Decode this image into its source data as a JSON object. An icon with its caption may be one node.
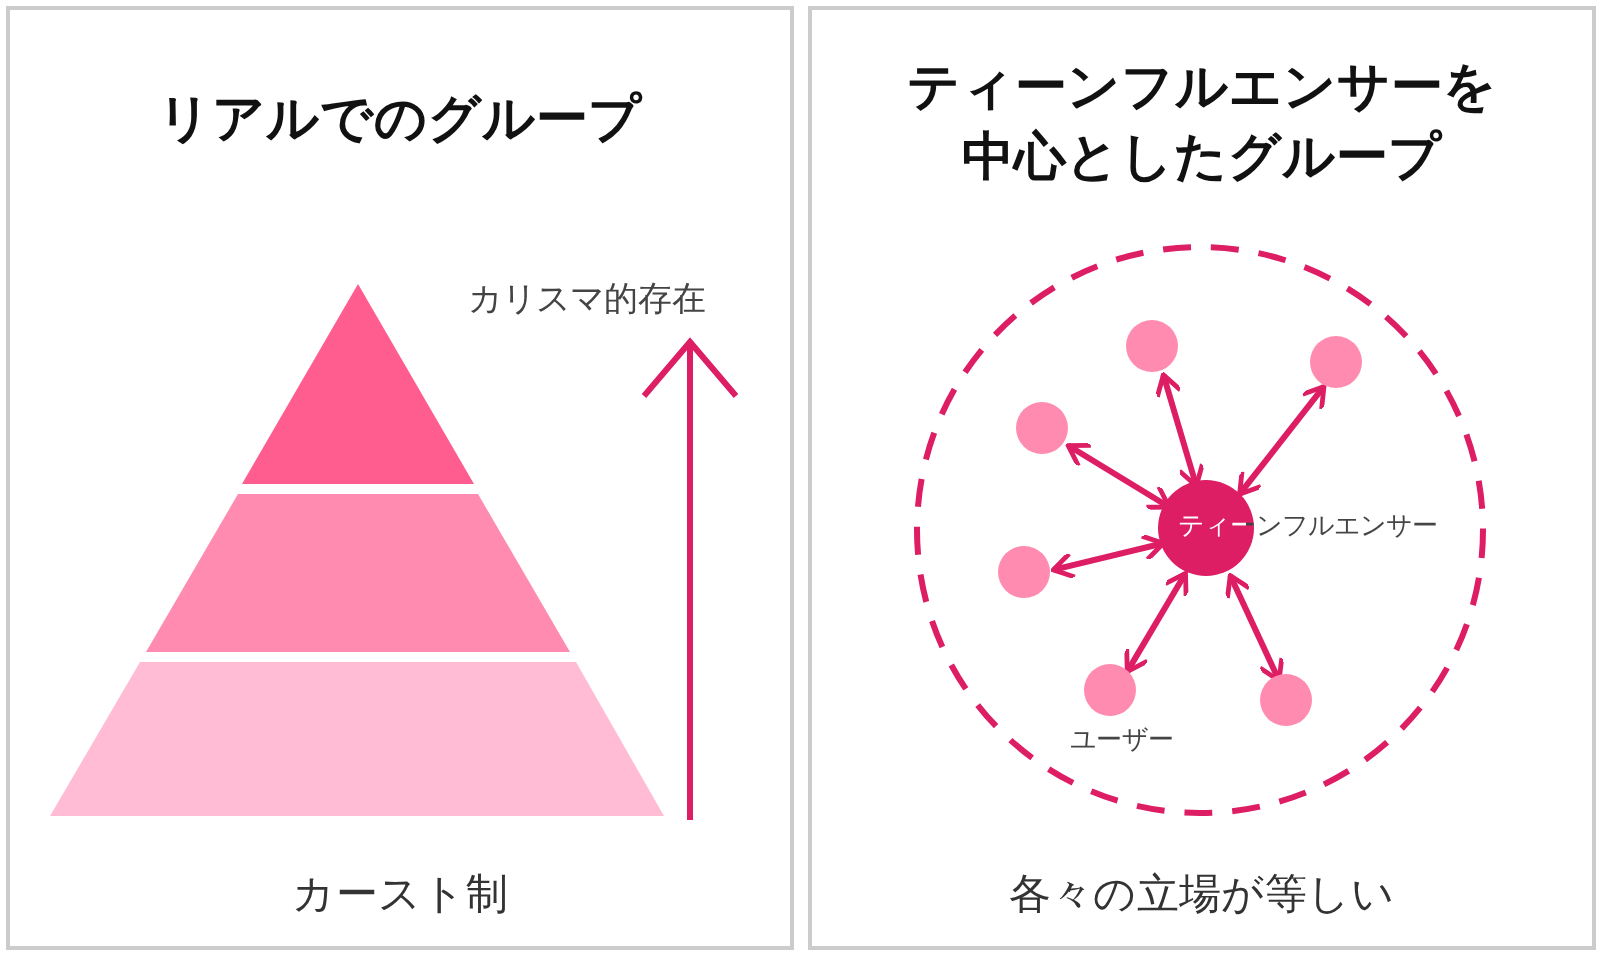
{
  "diagram": {
    "nodes": [
      {
        "text": [
          "リアルでのグループ",
          "カースト制"
        ]
      },
      {
        "text": [
          "ティーンフルエンサーを中心としたグループ",
          "各々の立場が等しい"
        ]
      },
      {
        "text": [],
        "shape": "circle",
        "in": 1
      },
      {
        "text": [
          "ティーンフルエンサー"
        ],
        "in": 2
      },
      {
        "text": [],
        "shape": "circle",
        "in": 2
      },
      {
        "text": [],
        "shape": "circle",
        "in": 2
      },
      {
        "text": [],
        "shape": "circle",
        "in": 2,
        "beside": [
          "ユーザー"
        ]
      },
      {
        "text": [],
        "shape": "circle",
        "in": 2
      },
      {
        "text": [],
        "shape": "circle",
        "in": 2
      },
      {
        "text": [],
        "shape": "circle",
        "in": 2
      }
    ],
    "edges": [
      {
        "from": 3,
        "to": 4,
        "arrow": "both"
      },
      {
        "from": 3,
        "to": 5,
        "arrow": "both"
      },
      {
        "from": 3,
        "to": 6,
        "arrow": "both"
      },
      {
        "from": 3,
        "to": 7,
        "arrow": "both"
      },
      {
        "from": 3,
        "to": 8,
        "arrow": "both"
      },
      {
        "from": 3,
        "to": 9,
        "arrow": "both"
      }
    ],
    "labels": [
      "カリスマ的存在"
    ]
  }
}
